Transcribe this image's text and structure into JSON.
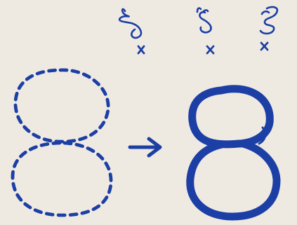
{
  "colors": {
    "background": "#efeae1",
    "ink": "#1c3fa6"
  },
  "illustration": {
    "guide_shape": "dashed-figure-eight",
    "result_shape": "solid-figure-eight",
    "arrow": "right-arrow",
    "wrong_attempts": [
      {
        "mark": "cross"
      },
      {
        "mark": "cross"
      },
      {
        "mark": "cross"
      }
    ]
  }
}
